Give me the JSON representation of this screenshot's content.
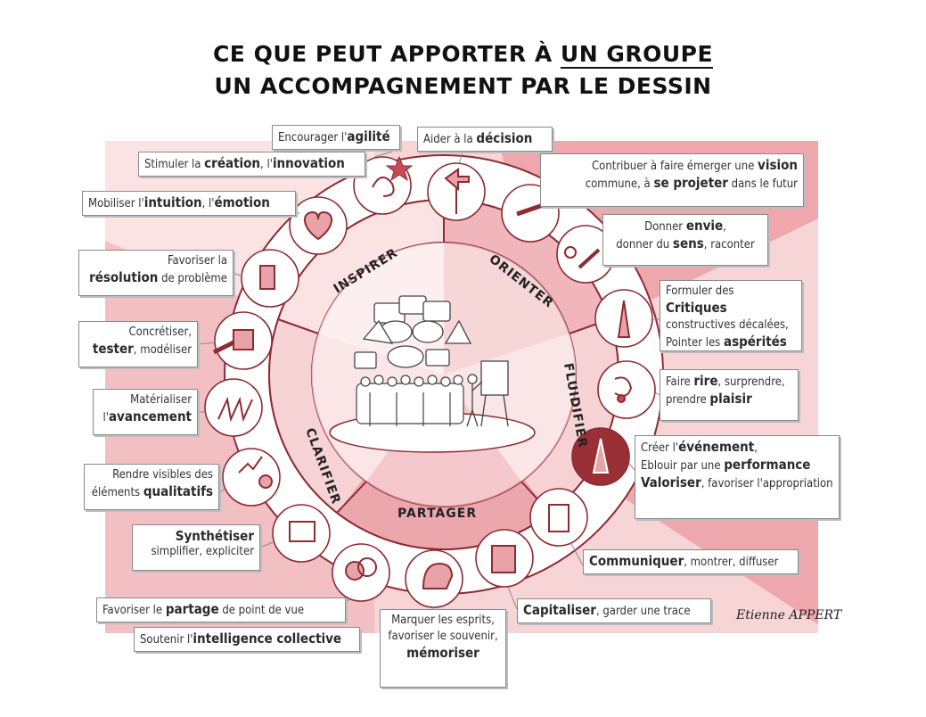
{
  "title": {
    "line1_a": "CE QUE PEUT APPORTER  À ",
    "line1_b": "UN GROUPE",
    "line2": "UN ACCOMPAGNEMENT PAR LE DESSIN"
  },
  "categories": {
    "inspirer": "INSPIRER",
    "orienter": "ORIENTER",
    "fluidifier": "FLUIDIFIER",
    "partager": "PARTAGER",
    "clarifier": "CLARIFIER"
  },
  "boxes": {
    "agilite": {
      "a": "Encourager l'",
      "b": "agilité"
    },
    "creation": {
      "a": "Stimuler la ",
      "b": "création",
      "c": ", l'",
      "d": "innovation"
    },
    "intuition": {
      "a": "Mobiliser l'",
      "b": "intuition",
      "c": ", l'",
      "d": "émotion"
    },
    "resolution": {
      "a": "Favoriser la",
      "b": "résolution",
      "c": " de problème"
    },
    "tester": {
      "a": "Concrétiser,",
      "b": "tester",
      "c": ", modéliser"
    },
    "avancement": {
      "a": "Matérialiser",
      "b": "l'",
      "c": "avancement"
    },
    "qualitatifs": {
      "a": "Rendre visibles des",
      "b": "éléments ",
      "c": "qualitatifs"
    },
    "synthetiser": {
      "a": "Synthétiser",
      "b": "simplifier, expliciter"
    },
    "partage": {
      "a": "Favoriser le ",
      "b": "partage",
      "c": " de point de vue"
    },
    "intelligence": {
      "a": "Soutenir l'",
      "b": "intelligence collective"
    },
    "memoriser": {
      "a": "Marquer les esprits,",
      "b": "favoriser le souvenir,",
      "c": "mémoriser"
    },
    "decision": {
      "a": "Aider à la ",
      "b": "décision"
    },
    "vision": {
      "a": "Contribuer à faire émerger une ",
      "b": "vision",
      "c": "commune, à ",
      "d": "se projeter",
      "e": " dans le futur"
    },
    "envie": {
      "a": "Donner ",
      "b": "envie",
      "c": ",",
      "d": "donner du ",
      "e": "sens",
      "f": ", raconter"
    },
    "critiques": {
      "a": "Formuler des ",
      "b": "Critiques",
      "c": "constructives décalées,",
      "d": "Pointer les ",
      "e": "aspérités"
    },
    "rire": {
      "a": "Faire ",
      "b": "rire",
      "c": ", surprendre,",
      "d": "prendre ",
      "e": "plaisir"
    },
    "evenement": {
      "a": "Créer l'",
      "b": "événement",
      "c": ",",
      "d": "Eblouir par une ",
      "e": "performance",
      "f": "Valoriser",
      "g": ", favoriser l'appropriation"
    },
    "communiquer": {
      "a": "Communiquer",
      "b": ", montrer, diffuser"
    },
    "capitaliser": {
      "a": "Capitaliser",
      "b": ", garder une trace"
    }
  },
  "signature": "Etienne APPERT",
  "colors": {
    "pink_light": "#f7d4d6",
    "pink_mid": "#eeaeb2",
    "pink_dark": "#e0858c",
    "maroon": "#9b2f36",
    "ring": "#8c2c33"
  }
}
